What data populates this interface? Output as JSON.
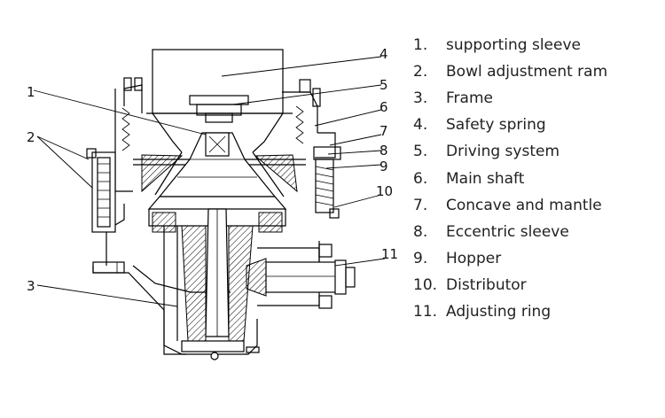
{
  "legend": [
    {
      "num": "1.",
      "label": "supporting sleeve"
    },
    {
      "num": "2.",
      "label": "Bowl adjustment ram"
    },
    {
      "num": "3.",
      "label": "Frame"
    },
    {
      "num": "4.",
      "label": "Safety spring"
    },
    {
      "num": "5.",
      "label": "Driving system"
    },
    {
      "num": "6.",
      "label": "Main shaft"
    },
    {
      "num": "7.",
      "label": "Concave and mantle"
    },
    {
      "num": "8.",
      "label": "Eccentric sleeve"
    },
    {
      "num": "9.",
      "label": "Hopper"
    },
    {
      "num": "10.",
      "label": "Distributor"
    },
    {
      "num": "11.",
      "label": "Adjusting ring"
    }
  ],
  "callouts": [
    "1",
    "2",
    "3",
    "4",
    "5",
    "6",
    "7",
    "8",
    "9",
    "10",
    "11"
  ]
}
